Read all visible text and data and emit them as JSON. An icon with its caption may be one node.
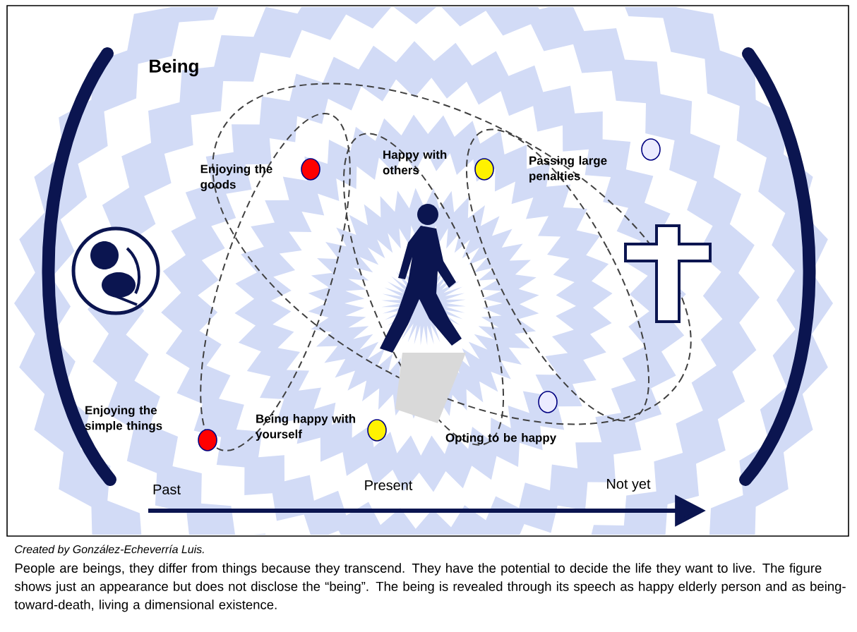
{
  "diagram": {
    "caption": "People are beings, they differ from things because they transcend. They have the potential to decide the life they want to live. The figure shows just an appearance but does not disclose the “being”. The being is revealed through its speech as happy elderly person and as being-toward-death, living a dimensional existence.",
    "nodes": [
      {
        "text": [],
        "shape": "circle",
        "beside": [
          "Enjoying the goods"
        ]
      },
      {
        "text": [],
        "shape": "circle",
        "beside": [
          "Happy with others"
        ]
      },
      {
        "text": [],
        "shape": "circle",
        "beside": [
          "Passing large penalties"
        ]
      },
      {
        "text": [],
        "shape": "circle",
        "beside": [
          "Enjoying the simple things"
        ]
      },
      {
        "text": [],
        "shape": "circle",
        "beside": [
          "Being happy with yourself"
        ]
      },
      {
        "text": [],
        "shape": "circle",
        "beside": [
          "Opting to be happy"
        ]
      }
    ],
    "labels": [
      "Being",
      "Past",
      "Present",
      "Not yet",
      "Created by González-Echeverría Luis."
    ]
  }
}
